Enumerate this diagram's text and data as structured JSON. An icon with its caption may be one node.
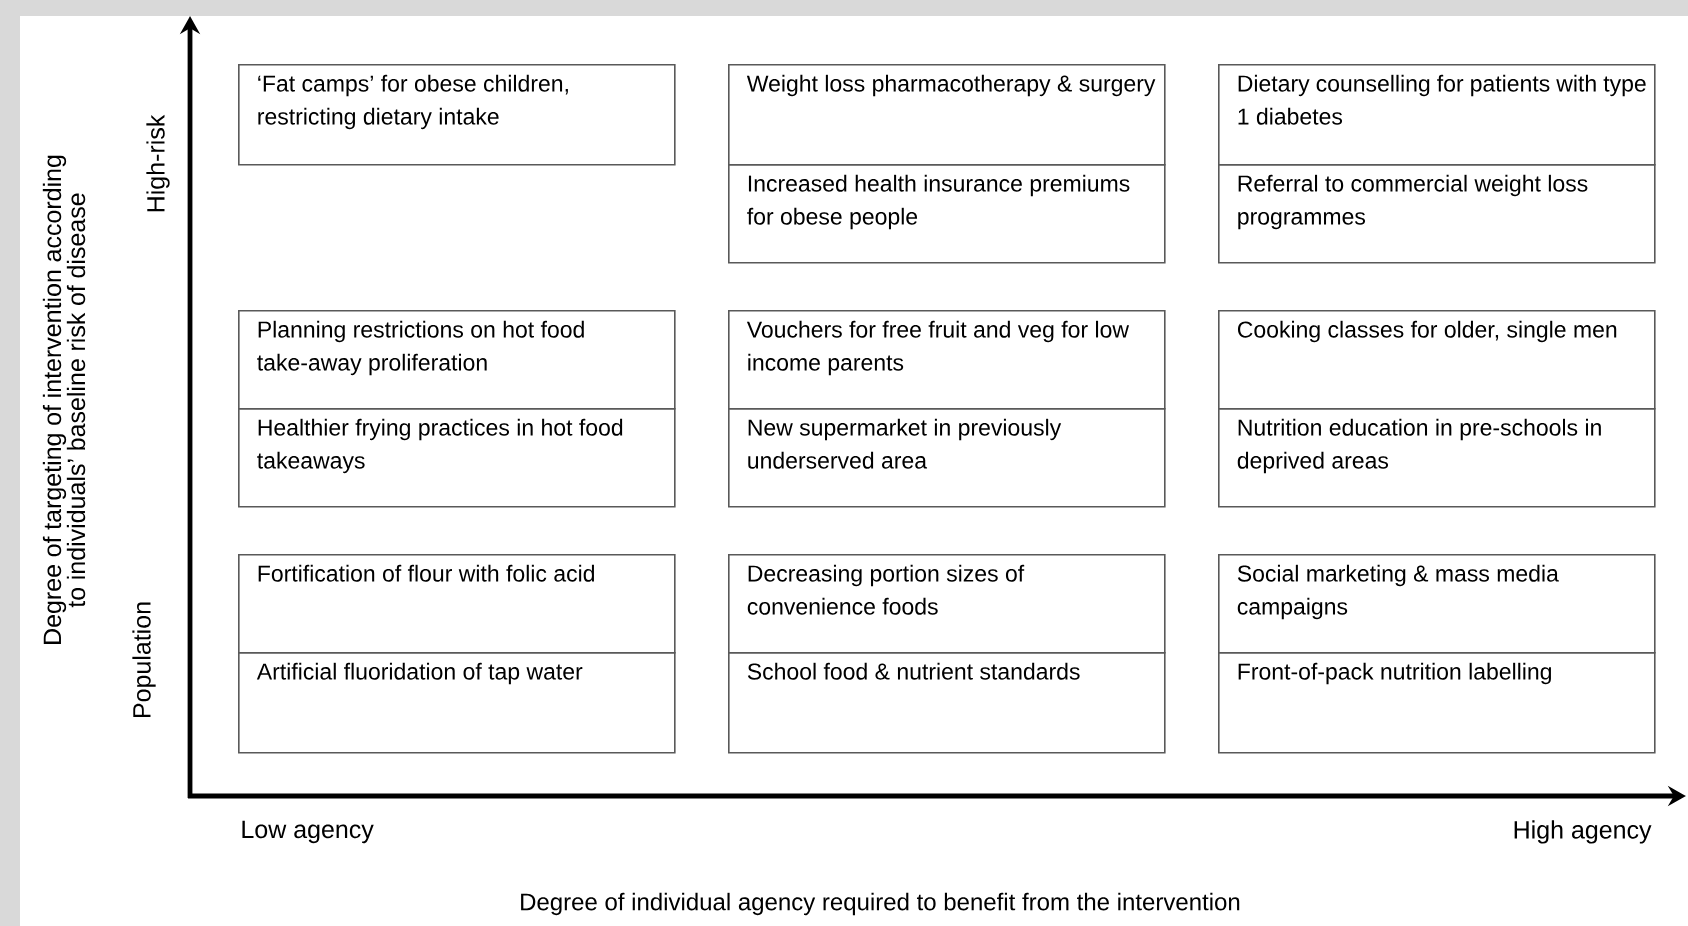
{
  "diagram": {
    "nodes": [
      {
        "text": [
          "‘Fat camps’ for obese children, restricting dietary intake"
        ]
      },
      {
        "text": [
          "Weight loss pharmacotherapy & surgery"
        ]
      },
      {
        "text": [
          "Increased health insurance premiums for obese people"
        ]
      },
      {
        "text": [
          "Dietary counselling for patients with type 1 diabetes"
        ]
      },
      {
        "text": [
          "Referral to commercial weight loss programmes"
        ]
      },
      {
        "text": [
          "Planning restrictions on hot food take-away proliferation"
        ]
      },
      {
        "text": [
          "Healthier frying practices in hot food takeaways"
        ]
      },
      {
        "text": [
          "Vouchers for free fruit and veg for low income parents"
        ]
      },
      {
        "text": [
          "New supermarket in previously underserved area"
        ]
      },
      {
        "text": [
          "Cooking classes for older, single men"
        ]
      },
      {
        "text": [
          "Nutrition education in pre-schools in deprived areas"
        ]
      },
      {
        "text": [
          "Fortification of flour with folic acid"
        ]
      },
      {
        "text": [
          "Artificial fluoridation of tap water"
        ]
      },
      {
        "text": [
          "Decreasing portion sizes of convenience foods"
        ]
      },
      {
        "text": [
          "School food & nutrient standards"
        ]
      },
      {
        "text": [
          "Social marketing & mass media campaigns"
        ]
      },
      {
        "text": [
          "Front-of-pack nutrition labelling"
        ]
      }
    ],
    "labels": [
      "Degree of targeting of intervention according to individuals’ baseline risk of disease",
      "High-risk",
      "Population",
      "Low agency",
      "High agency",
      "Degree of individual agency required to benefit from the intervention"
    ]
  }
}
